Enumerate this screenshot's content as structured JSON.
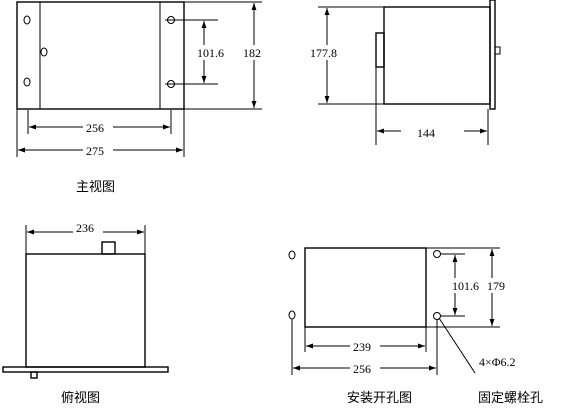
{
  "views": {
    "front": {
      "caption": "主视图",
      "dim_hole_spacing": "101.6",
      "dim_height": "182",
      "dim_inner_width": "256",
      "dim_outer_width": "275"
    },
    "side": {
      "dim_height": "177.8",
      "dim_depth": "144"
    },
    "top": {
      "caption": "俯视图",
      "dim_width": "236"
    },
    "cutout": {
      "caption": "安装开孔图",
      "dim_hole_spacing": "101.6",
      "dim_height": "179",
      "dim_inner_width": "239",
      "dim_outer_width": "256",
      "hole_spec": "4×Φ6.2",
      "hole_label": "固定螺栓孔"
    }
  }
}
